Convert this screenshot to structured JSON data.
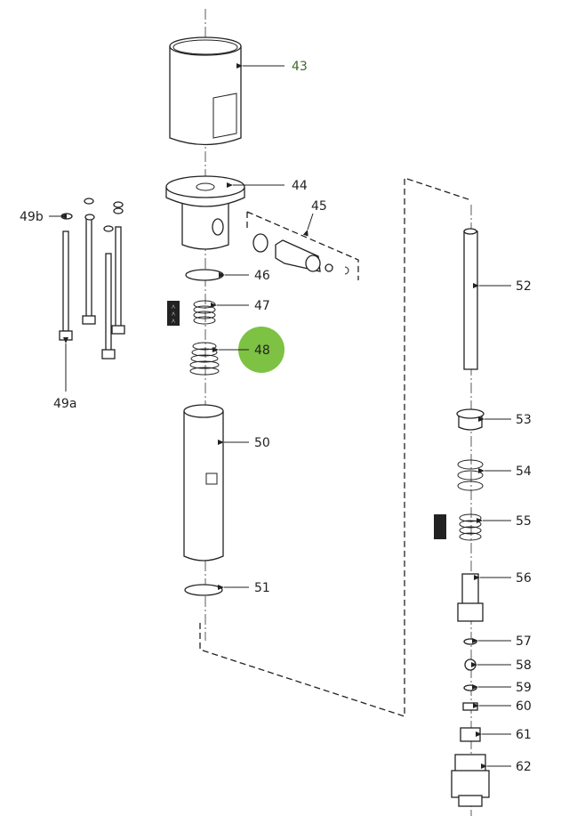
{
  "diagram": {
    "highlight_color": "#7dc242",
    "highlighted_part": "48",
    "labels": {
      "p43": "43",
      "p44": "44",
      "p45": "45",
      "p46": "46",
      "p47": "47",
      "p48": "48",
      "p49a": "49a",
      "p49b": "49b",
      "p50": "50",
      "p51": "51",
      "p52": "52",
      "p53": "53",
      "p54": "54",
      "p55": "55",
      "p56": "56",
      "p57": "57",
      "p58": "58",
      "p59": "59",
      "p60": "60",
      "p61": "61",
      "p62": "62"
    }
  }
}
